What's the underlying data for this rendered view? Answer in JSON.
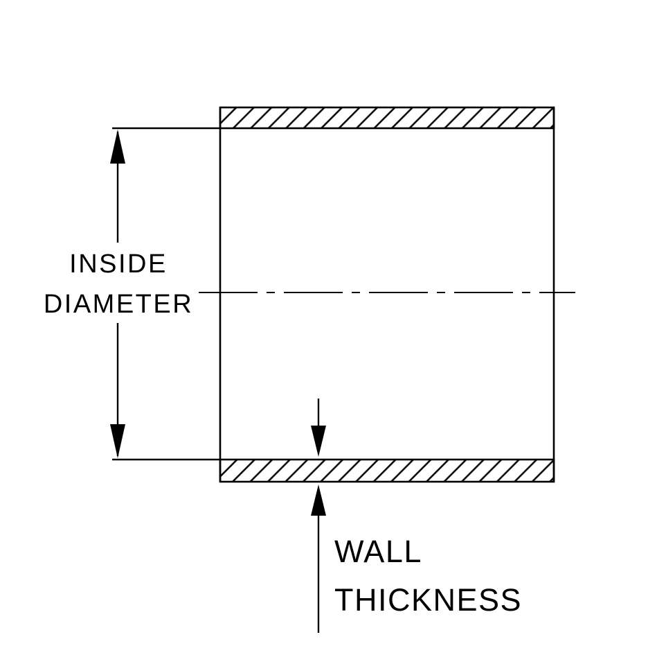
{
  "diagram": {
    "type": "technical-cross-section",
    "labels": {
      "inside_diameter": {
        "line1": "INSIDE",
        "line2": "DIAMETER"
      },
      "wall_thickness": {
        "line1": "WALL",
        "line2": "THICKNESS"
      }
    },
    "colors": {
      "line": "#000000",
      "background": "#ffffff"
    }
  }
}
